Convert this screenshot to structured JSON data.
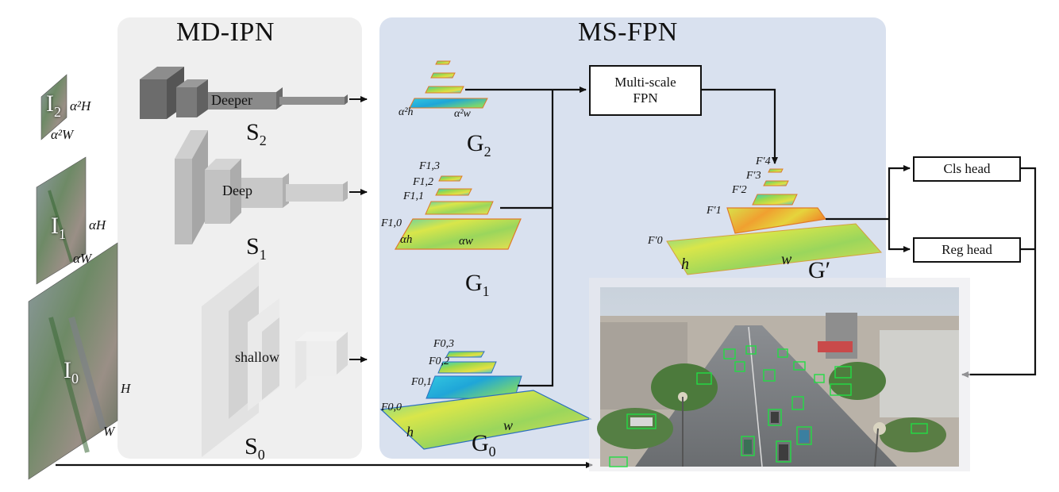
{
  "panels": {
    "ipn_title": "MD-IPN",
    "fpn_title": "MS-FPN"
  },
  "inputs": [
    {
      "name": "I_2",
      "main": "I",
      "sub": "2",
      "height": "α²H",
      "width": "α²W"
    },
    {
      "name": "I_1",
      "main": "I",
      "sub": "1",
      "height": "αH",
      "width": "αW"
    },
    {
      "name": "I_0",
      "main": "I",
      "sub": "0",
      "height": "H",
      "width": "W"
    }
  ],
  "backbones": [
    {
      "label": "Deeper",
      "name_main": "S",
      "name_sub": "2"
    },
    {
      "label": "Deep",
      "name_main": "S",
      "name_sub": "1"
    },
    {
      "label": "shallow",
      "name_main": "S",
      "name_sub": "0"
    }
  ],
  "pyramids": [
    {
      "main": "G",
      "sub": "2",
      "dim_h": "α²h",
      "dim_w": "α²w"
    },
    {
      "main": "G",
      "sub": "1",
      "dim_h": "αh",
      "dim_w": "αw",
      "levels": [
        "F1,3",
        "F1,2",
        "F1,1",
        "F1,0"
      ]
    },
    {
      "main": "G",
      "sub": "0",
      "dim_h": "h",
      "dim_w": "w",
      "levels": [
        "F0,3",
        "F0,2",
        "F0,1",
        "F0,0"
      ]
    }
  ],
  "fpn_box": {
    "line1": "Multi-scale",
    "line2": "FPN"
  },
  "fused": {
    "name": "G′",
    "dim_h": "h",
    "dim_w": "w",
    "levels": [
      "F′4",
      "F′3",
      "F′2",
      "F′1",
      "F′0"
    ]
  },
  "heads": {
    "cls": "Cls head",
    "reg": "Reg head"
  }
}
